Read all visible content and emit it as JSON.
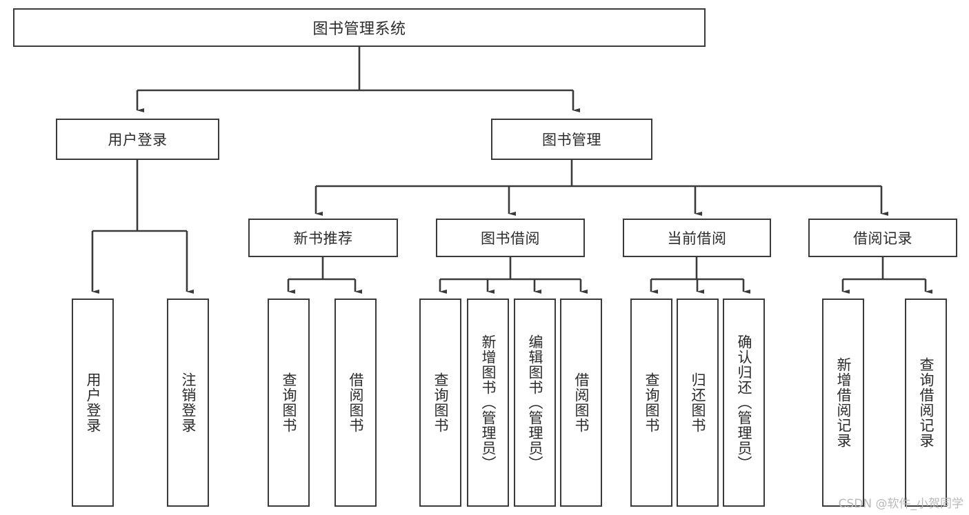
{
  "diagram": {
    "title": "图书管理系统",
    "watermark": "CSDN @软件_小贺同学",
    "line_color": "#3a3a3a",
    "text_color": "#2b2b2b",
    "background": "#ffffff",
    "root": {
      "label": "图书管理系统"
    },
    "level1": [
      {
        "label": "用户登录"
      },
      {
        "label": "图书管理"
      }
    ],
    "level2": [
      {
        "label": "新书推荐"
      },
      {
        "label": "图书借阅"
      },
      {
        "label": "当前借阅"
      },
      {
        "label": "借阅记录"
      }
    ],
    "leaves": {
      "user_login": [
        {
          "label": "用户登录"
        },
        {
          "label": "注销登录"
        }
      ],
      "new_book": [
        {
          "label": "查询图书"
        },
        {
          "label": "借阅图书"
        }
      ],
      "book_borrow": [
        {
          "label": "查询图书"
        },
        {
          "label": "新增图书（管理员）"
        },
        {
          "label": "编辑图书（管理员）"
        },
        {
          "label": "借阅图书"
        }
      ],
      "current_borrow": [
        {
          "label": "查询图书"
        },
        {
          "label": "归还图书"
        },
        {
          "label": "确认归还（管理员）"
        }
      ],
      "borrow_record": [
        {
          "label": "新增借阅记录"
        },
        {
          "label": "查询借阅记录"
        }
      ]
    }
  }
}
